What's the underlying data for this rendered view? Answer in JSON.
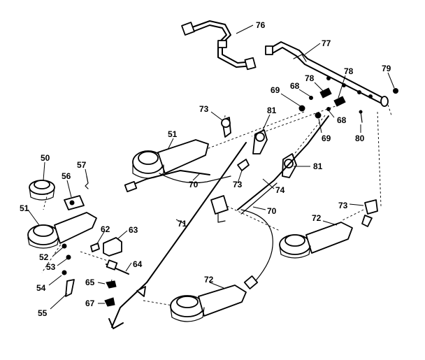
{
  "callouts": [
    "76",
    "77",
    "79",
    "78",
    "78",
    "69",
    "68",
    "81",
    "73",
    "51",
    "68",
    "69",
    "80",
    "50",
    "57",
    "56",
    "73",
    "81",
    "74",
    "70",
    "70",
    "51",
    "62",
    "63",
    "71",
    "72",
    "73",
    "72",
    "52",
    "53",
    "64",
    "54",
    "65",
    "55",
    "67"
  ]
}
